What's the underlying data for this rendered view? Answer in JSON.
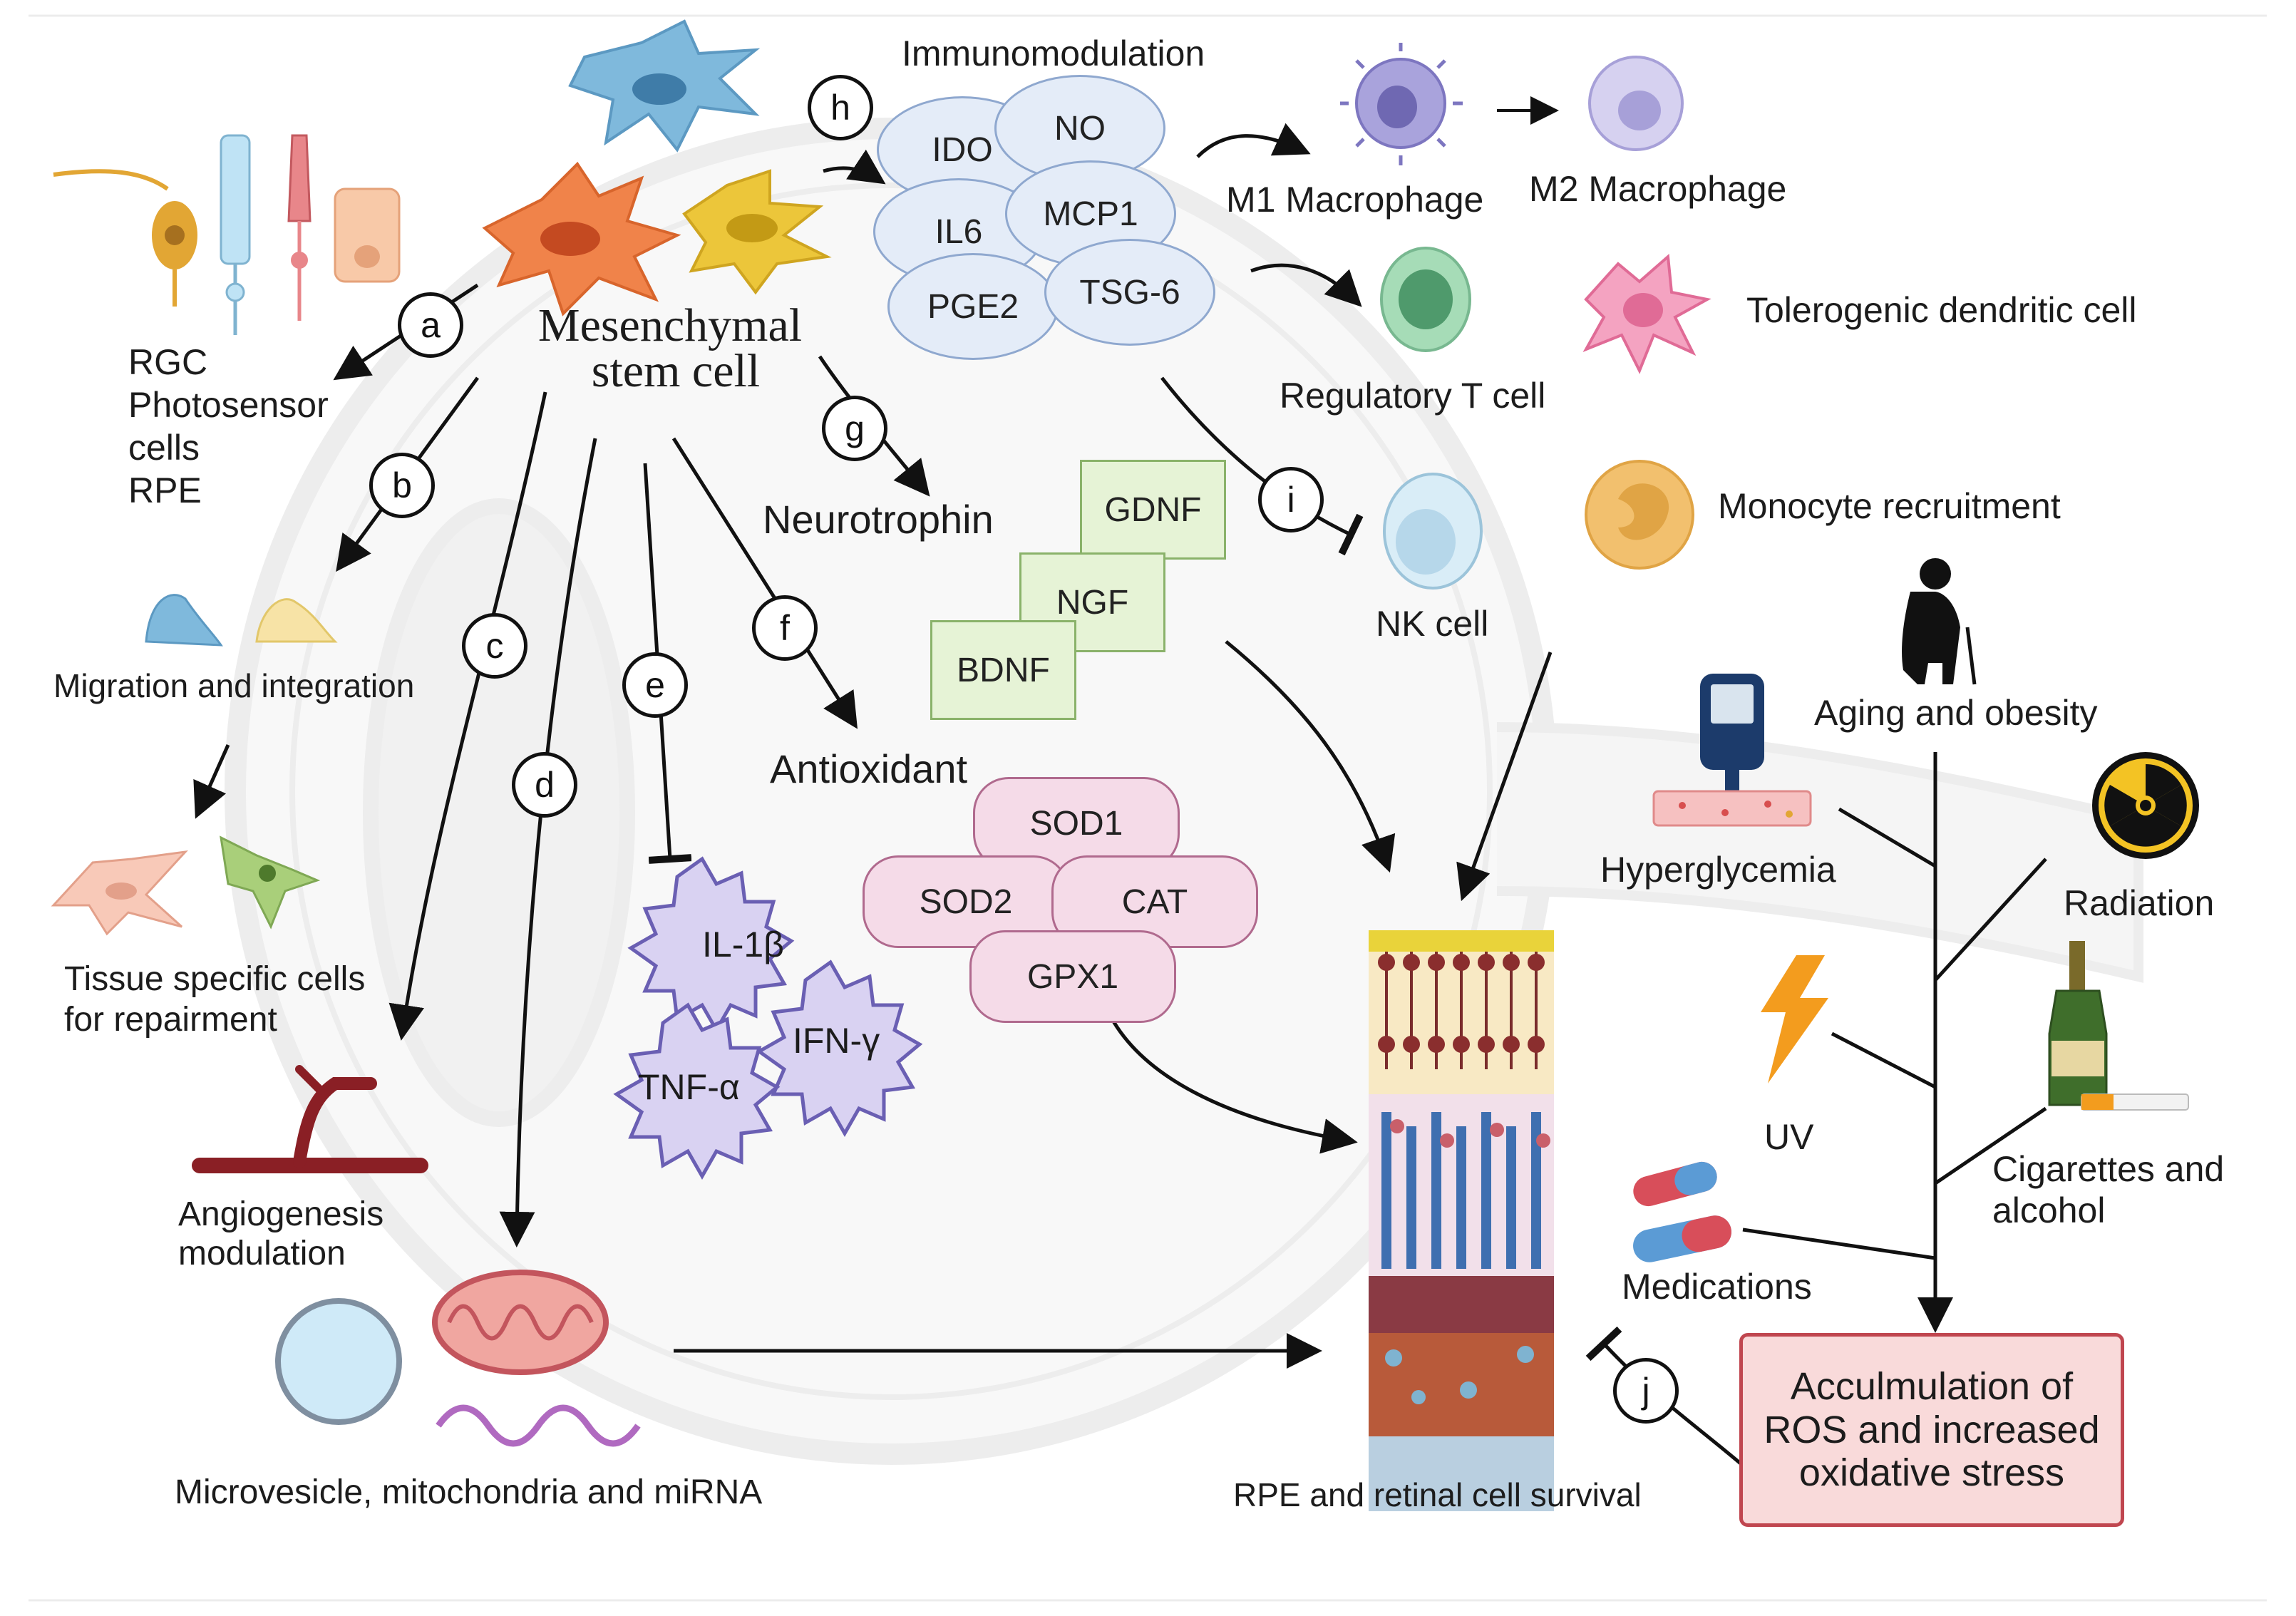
{
  "labels": {
    "msc": "Mesenchymal\nstem cell",
    "immunomodulation": "Immunomodulation",
    "rgc": "RGC",
    "photosensor": "Photosensor",
    "cells": "cells",
    "rpe": "RPE",
    "migration": "Migration and integration",
    "tissue_line1": "Tissue specific cells",
    "tissue_line2": "for repairment",
    "angio_line1": "Angiogenesis",
    "angio_line2": "modulation",
    "microvesicle": "Microvesicle, mitochondria and miRNA",
    "neurotrophin": "Neurotrophin",
    "antioxidant": "Antioxidant",
    "m1": "M1  Macrophage",
    "m2": "M2 Macrophage",
    "tolerogenic": "Tolerogenic dendritic cell",
    "treg": "Regulatory T cell",
    "nk": "NK cell",
    "monocyte": "Monocyte recruitment",
    "aging": "Aging and obesity",
    "hyperglycemia": "Hyperglycemia",
    "radiation": "Radiation",
    "uv": "UV",
    "cig_line1": "Cigarettes  and",
    "cig_line2": "alcohol",
    "medications": "Medications",
    "ros": "Acculmulation of\nROS and increased\noxidative stress",
    "survival": "RPE and retinal cell survival"
  },
  "step_labels": [
    "a",
    "b",
    "c",
    "d",
    "e",
    "f",
    "g",
    "h",
    "i",
    "j"
  ],
  "immuno_factors": [
    "IDO",
    "NO",
    "IL6",
    "MCP1",
    "PGE2",
    "TSG-6"
  ],
  "neurotrophins": [
    "GDNF",
    "NGF",
    "BDNF"
  ],
  "antioxidants": [
    "SOD1",
    "SOD2",
    "CAT",
    "GPX1"
  ],
  "cytokines": [
    "IL-1β",
    "IFN-γ",
    "TNF-α"
  ],
  "colors": {
    "msc_orange": "#f0834a",
    "msc_yellow": "#ecc63a",
    "msc_blue": "#7fb9dc",
    "immuno_fill": "#e4ecf8",
    "neuro_fill": "#e6f3d6",
    "antiox_fill": "#f5dbe8",
    "cytokine_fill": "#d9d2f2",
    "ros_border": "#c0464f",
    "ros_fill": "#f9dada"
  }
}
